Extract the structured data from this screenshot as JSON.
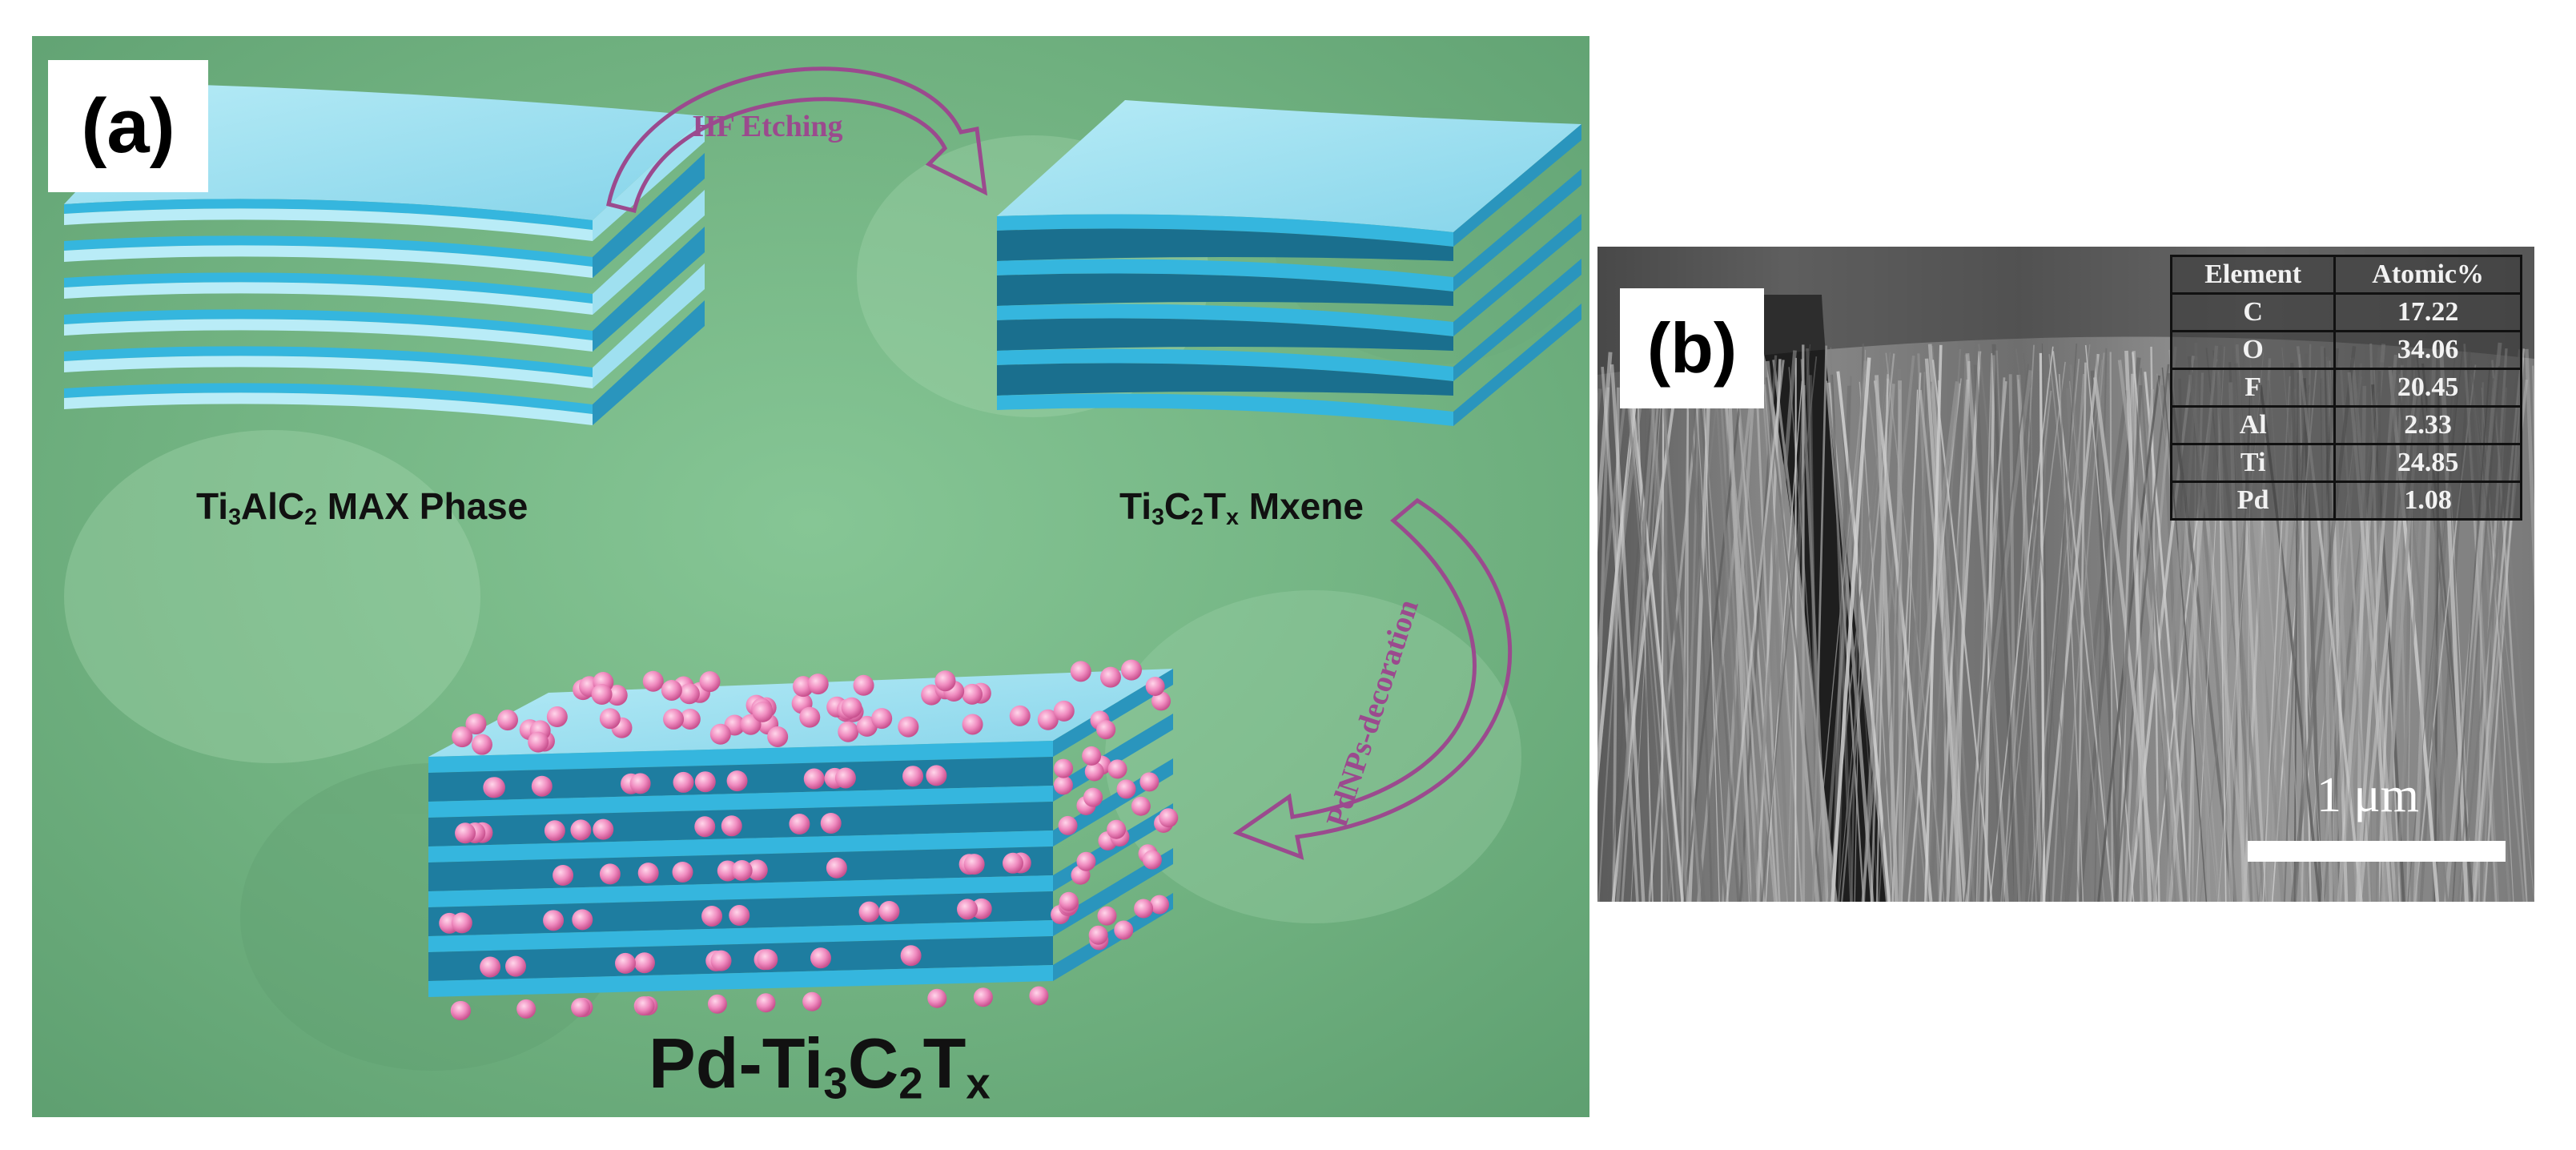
{
  "panel_a": {
    "label": "(a)",
    "arrow_top_label": "HF Etching",
    "arrow_right_label": "PdNPs-decoration",
    "caption_max": {
      "base": "Ti",
      "s1": "3",
      "mid": "AlC",
      "s2": "2",
      "rest": " MAX Phase"
    },
    "caption_mxene": {
      "base": "Ti",
      "s1": "3",
      "mid": "C",
      "s2": "2",
      "mid2": "T",
      "s3": "x",
      "rest": " Mxene"
    },
    "caption_pd": {
      "base": "Pd-Ti",
      "s1": "3",
      "mid": "C",
      "s2": "2",
      "mid2": "T",
      "s3": "x"
    },
    "colors": {
      "background": "#7bb98a",
      "sheet_top": "#8fd9ec",
      "sheet_front": "#35b6de",
      "nanoparticle": "#f08cc0",
      "arrow": "#9b4a8e"
    }
  },
  "panel_b": {
    "label": "(b)",
    "table": {
      "headers": [
        "Element",
        "Atomic%"
      ],
      "rows": [
        [
          "C",
          "17.22"
        ],
        [
          "O",
          "34.06"
        ],
        [
          "F",
          "20.45"
        ],
        [
          "Al",
          "2.33"
        ],
        [
          "Ti",
          "24.85"
        ],
        [
          "Pd",
          "1.08"
        ]
      ]
    },
    "scale_label": "1 μm"
  }
}
